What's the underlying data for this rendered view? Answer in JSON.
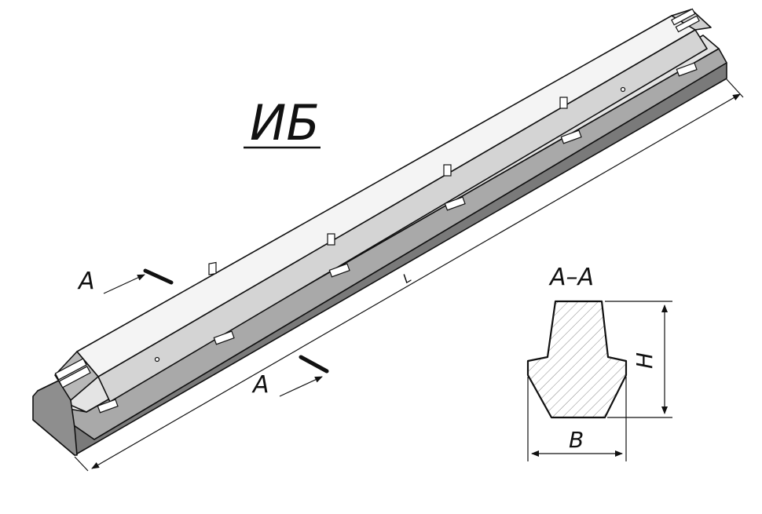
{
  "title": "ИБ",
  "section_marker_left": "A",
  "section_marker_bottom": "A",
  "section_title": "A–A",
  "dimensions": {
    "length": "L",
    "height": "H",
    "base_width": "B"
  },
  "colors": {
    "top_face": "#f2f2f2",
    "side_face": "#c9c9c9",
    "bottom_face": "#7f7f7f",
    "outline": "#111111"
  }
}
